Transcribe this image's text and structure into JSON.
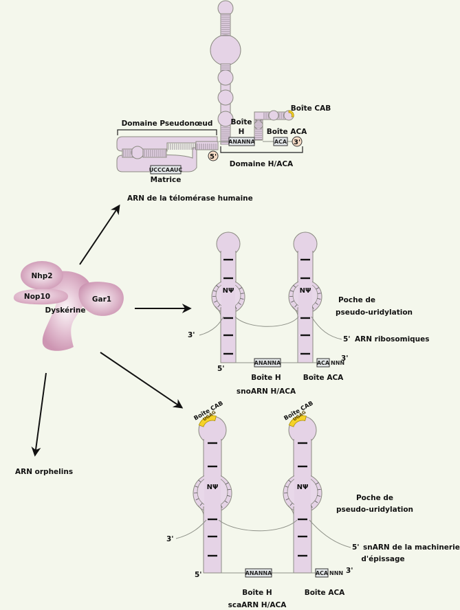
{
  "colors": {
    "background": "#f4f7ec",
    "rna_fill": "#e5d3e6",
    "protein_fill": "#d9a9c2",
    "cab_box": "#f5d229",
    "arrow": "#111111"
  },
  "telomerase": {
    "title": "ARN de la télomérase humaine",
    "pseudoknot_domain": "Domaine Pseudonœud",
    "template_label": "Matrice",
    "template_sequence": "UCCCAAUC",
    "box_h_label_line1": "Boîte",
    "box_h_label_line2": "H",
    "box_h_sequence": "ANANNA",
    "box_aca_label": "Boîte ACA",
    "box_aca_sequence": "ACA",
    "box_cab_label": "Boîte CAB",
    "hi_domain": "Domaine H/ACA",
    "five_prime": "5'",
    "three_prime": "3'"
  },
  "complex": {
    "proteins": [
      "Nhp2",
      "Nop10",
      "Gar1",
      "Dyskérine"
    ]
  },
  "orphans": {
    "label": "ARN orphelins"
  },
  "snoarn": {
    "title": "snoARN H/ACA",
    "psi": "NΨ",
    "box_h_label": "Boîte H",
    "box_h_sequence": "ANANNA",
    "box_aca_label": "Boîte ACA",
    "box_aca_sequence": "ACA",
    "tail": "NNN",
    "pocket_line1": "Poche de",
    "pocket_line2": "pseudo-uridylation",
    "target_prime": "5'",
    "target_label": "ARN ribosomiques",
    "three_prime_left": "3'",
    "five_prime": "5'",
    "three_prime_right": "3'"
  },
  "scaarn": {
    "title": "scaARN H/ACA",
    "psi": "NΨ",
    "cab_label": "Boîte CAB",
    "cab_sequence": "UGAG",
    "box_h_label": "Boîte H",
    "box_h_sequence": "ANANNA",
    "box_aca_label": "Boîte ACA",
    "box_aca_sequence": "ACA",
    "tail": "NNN",
    "pocket_line1": "Poche de",
    "pocket_line2": "pseudo-uridylation",
    "target_prime": "5'",
    "target_label_line1": "snARN de la  machinerie",
    "target_label_line2": "d'épissage",
    "three_prime_left": "3'",
    "five_prime": "5'",
    "three_prime_right": "3'"
  }
}
